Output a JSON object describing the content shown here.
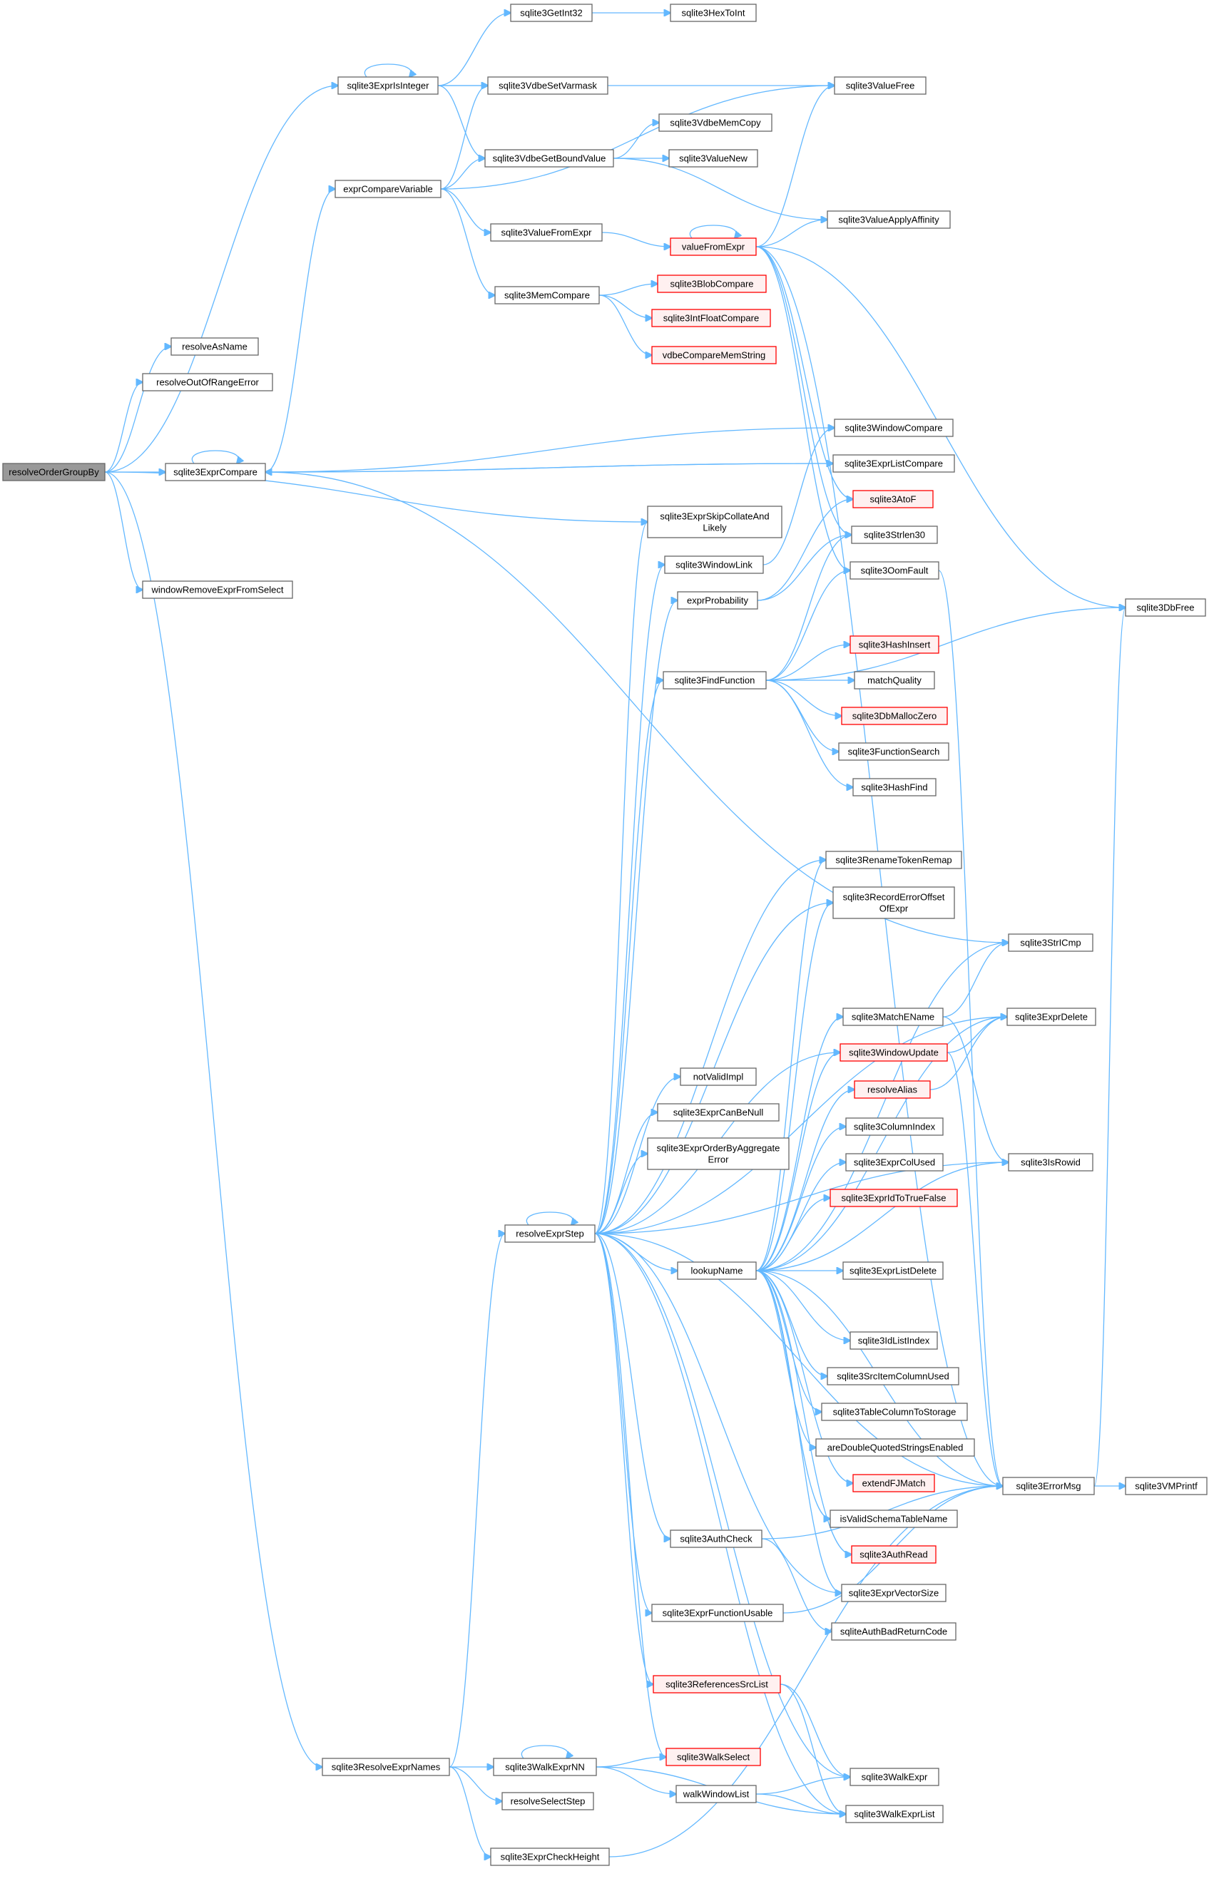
{
  "nodes": [
    {
      "id": "resolveOrderGroupBy",
      "label": [
        "resolveOrderGroupBy"
      ],
      "style": "root"
    },
    {
      "id": "resolveAsName",
      "label": [
        "resolveAsName"
      ]
    },
    {
      "id": "resolveOutOfRangeError",
      "label": [
        "resolveOutOfRangeError"
      ]
    },
    {
      "id": "sqlite3ExprCompare",
      "label": [
        "sqlite3ExprCompare"
      ]
    },
    {
      "id": "windowRemoveExprFromSelect",
      "label": [
        "windowRemoveExprFromSelect"
      ]
    },
    {
      "id": "sqlite3ExprIsInteger",
      "label": [
        "sqlite3ExprIsInteger"
      ]
    },
    {
      "id": "exprCompareVariable",
      "label": [
        "exprCompareVariable"
      ]
    },
    {
      "id": "sqlite3GetInt32",
      "label": [
        "sqlite3GetInt32"
      ]
    },
    {
      "id": "sqlite3HexToInt",
      "label": [
        "sqlite3HexToInt"
      ]
    },
    {
      "id": "sqlite3VdbeSetVarmask",
      "label": [
        "sqlite3VdbeSetVarmask"
      ]
    },
    {
      "id": "sqlite3ValueFree",
      "label": [
        "sqlite3ValueFree"
      ]
    },
    {
      "id": "sqlite3VdbeGetBoundValue",
      "label": [
        "sqlite3VdbeGetBoundValue"
      ]
    },
    {
      "id": "sqlite3VdbeMemCopy",
      "label": [
        "sqlite3VdbeMemCopy"
      ]
    },
    {
      "id": "sqlite3ValueNew",
      "label": [
        "sqlite3ValueNew"
      ]
    },
    {
      "id": "sqlite3ValueApplyAffinity",
      "label": [
        "sqlite3ValueApplyAffinity"
      ]
    },
    {
      "id": "sqlite3ValueFromExpr",
      "label": [
        "sqlite3ValueFromExpr"
      ]
    },
    {
      "id": "valueFromExpr",
      "label": [
        "valueFromExpr"
      ],
      "style": "red"
    },
    {
      "id": "sqlite3MemCompare",
      "label": [
        "sqlite3MemCompare"
      ]
    },
    {
      "id": "sqlite3BlobCompare",
      "label": [
        "sqlite3BlobCompare"
      ],
      "style": "red"
    },
    {
      "id": "sqlite3IntFloatCompare",
      "label": [
        "sqlite3IntFloatCompare"
      ],
      "style": "red"
    },
    {
      "id": "vdbeCompareMemString",
      "label": [
        "vdbeCompareMemString"
      ],
      "style": "red"
    },
    {
      "id": "sqlite3WindowCompare",
      "label": [
        "sqlite3WindowCompare"
      ]
    },
    {
      "id": "sqlite3ExprListCompare",
      "label": [
        "sqlite3ExprListCompare"
      ]
    },
    {
      "id": "sqlite3AtoF",
      "label": [
        "sqlite3AtoF"
      ],
      "style": "red"
    },
    {
      "id": "sqlite3ExprSkipCollateAndLikely",
      "label": [
        "sqlite3ExprSkipCollateAnd",
        "Likely"
      ]
    },
    {
      "id": "sqlite3WindowLink",
      "label": [
        "sqlite3WindowLink"
      ]
    },
    {
      "id": "sqlite3Strlen30",
      "label": [
        "sqlite3Strlen30"
      ]
    },
    {
      "id": "exprProbability",
      "label": [
        "exprProbability"
      ]
    },
    {
      "id": "sqlite3OomFault",
      "label": [
        "sqlite3OomFault"
      ]
    },
    {
      "id": "sqlite3DbFree",
      "label": [
        "sqlite3DbFree"
      ]
    },
    {
      "id": "sqlite3FindFunction",
      "label": [
        "sqlite3FindFunction"
      ]
    },
    {
      "id": "sqlite3HashInsert",
      "label": [
        "sqlite3HashInsert"
      ],
      "style": "red"
    },
    {
      "id": "matchQuality",
      "label": [
        "matchQuality"
      ]
    },
    {
      "id": "sqlite3DbMallocZero",
      "label": [
        "sqlite3DbMallocZero"
      ],
      "style": "red"
    },
    {
      "id": "sqlite3FunctionSearch",
      "label": [
        "sqlite3FunctionSearch"
      ]
    },
    {
      "id": "sqlite3HashFind",
      "label": [
        "sqlite3HashFind"
      ]
    },
    {
      "id": "sqlite3RenameTokenRemap",
      "label": [
        "sqlite3RenameTokenRemap"
      ]
    },
    {
      "id": "sqlite3RecordErrorOffsetOfExpr",
      "label": [
        "sqlite3RecordErrorOffset",
        "OfExpr"
      ]
    },
    {
      "id": "sqlite3StrICmp",
      "label": [
        "sqlite3StrICmp"
      ]
    },
    {
      "id": "sqlite3MatchEName",
      "label": [
        "sqlite3MatchEName"
      ]
    },
    {
      "id": "sqlite3ExprDelete",
      "label": [
        "sqlite3ExprDelete"
      ]
    },
    {
      "id": "sqlite3WindowUpdate",
      "label": [
        "sqlite3WindowUpdate"
      ],
      "style": "red"
    },
    {
      "id": "notValidImpl",
      "label": [
        "notValidImpl"
      ]
    },
    {
      "id": "resolveAlias",
      "label": [
        "resolveAlias"
      ],
      "style": "red"
    },
    {
      "id": "sqlite3ExprCanBeNull",
      "label": [
        "sqlite3ExprCanBeNull"
      ]
    },
    {
      "id": "sqlite3ColumnIndex",
      "label": [
        "sqlite3ColumnIndex"
      ]
    },
    {
      "id": "sqlite3ExprOrderByAggregateError",
      "label": [
        "sqlite3ExprOrderByAggregate",
        "Error"
      ]
    },
    {
      "id": "sqlite3ExprColUsed",
      "label": [
        "sqlite3ExprColUsed"
      ]
    },
    {
      "id": "sqlite3IsRowid",
      "label": [
        "sqlite3IsRowid"
      ]
    },
    {
      "id": "sqlite3ExprIdToTrueFalse",
      "label": [
        "sqlite3ExprIdToTrueFalse"
      ],
      "style": "red"
    },
    {
      "id": "resolveExprStep",
      "label": [
        "resolveExprStep"
      ]
    },
    {
      "id": "lookupName",
      "label": [
        "lookupName"
      ]
    },
    {
      "id": "sqlite3ExprListDelete",
      "label": [
        "sqlite3ExprListDelete"
      ]
    },
    {
      "id": "sqlite3IdListIndex",
      "label": [
        "sqlite3IdListIndex"
      ]
    },
    {
      "id": "sqlite3SrcItemColumnUsed",
      "label": [
        "sqlite3SrcItemColumnUsed"
      ]
    },
    {
      "id": "sqlite3TableColumnToStorage",
      "label": [
        "sqlite3TableColumnToStorage"
      ]
    },
    {
      "id": "areDoubleQuotedStringsEnabled",
      "label": [
        "areDoubleQuotedStringsEnabled"
      ]
    },
    {
      "id": "extendFJMatch",
      "label": [
        "extendFJMatch"
      ],
      "style": "red"
    },
    {
      "id": "sqlite3ErrorMsg",
      "label": [
        "sqlite3ErrorMsg"
      ]
    },
    {
      "id": "sqlite3VMPrintf",
      "label": [
        "sqlite3VMPrintf"
      ]
    },
    {
      "id": "isValidSchemaTableName",
      "label": [
        "isValidSchemaTableName"
      ]
    },
    {
      "id": "sqlite3AuthCheck",
      "label": [
        "sqlite3AuthCheck"
      ]
    },
    {
      "id": "sqlite3AuthRead",
      "label": [
        "sqlite3AuthRead"
      ],
      "style": "red"
    },
    {
      "id": "sqlite3ExprVectorSize",
      "label": [
        "sqlite3ExprVectorSize"
      ]
    },
    {
      "id": "sqlite3ExprFunctionUsable",
      "label": [
        "sqlite3ExprFunctionUsable"
      ]
    },
    {
      "id": "sqliteAuthBadReturnCode",
      "label": [
        "sqliteAuthBadReturnCode"
      ]
    },
    {
      "id": "sqlite3ReferencesSrcList",
      "label": [
        "sqlite3ReferencesSrcList"
      ],
      "style": "red"
    },
    {
      "id": "sqlite3ResolveExprNames",
      "label": [
        "sqlite3ResolveExprNames"
      ]
    },
    {
      "id": "sqlite3WalkExprNN",
      "label": [
        "sqlite3WalkExprNN"
      ]
    },
    {
      "id": "sqlite3WalkSelect",
      "label": [
        "sqlite3WalkSelect"
      ],
      "style": "red"
    },
    {
      "id": "sqlite3WalkExpr",
      "label": [
        "sqlite3WalkExpr"
      ]
    },
    {
      "id": "walkWindowList",
      "label": [
        "walkWindowList"
      ]
    },
    {
      "id": "resolveSelectStep",
      "label": [
        "resolveSelectStep"
      ]
    },
    {
      "id": "sqlite3WalkExprList",
      "label": [
        "sqlite3WalkExprList"
      ]
    },
    {
      "id": "sqlite3ExprCheckHeight",
      "label": [
        "sqlite3ExprCheckHeight"
      ]
    }
  ],
  "edges": [
    [
      "resolveOrderGroupBy",
      "resolveAsName"
    ],
    [
      "resolveOrderGroupBy",
      "resolveOutOfRangeError"
    ],
    [
      "resolveOrderGroupBy",
      "sqlite3ExprCompare"
    ],
    [
      "resolveOrderGroupBy",
      "windowRemoveExprFromSelect"
    ],
    [
      "resolveOrderGroupBy",
      "sqlite3ExprIsInteger"
    ],
    [
      "resolveOrderGroupBy",
      "sqlite3ExprSkipCollateAndLikely"
    ],
    [
      "resolveOrderGroupBy",
      "sqlite3ResolveExprNames"
    ],
    [
      "sqlite3ExprIsInteger",
      "sqlite3ExprIsInteger"
    ],
    [
      "sqlite3ExprIsInteger",
      "sqlite3GetInt32"
    ],
    [
      "sqlite3ExprIsInteger",
      "sqlite3VdbeSetVarmask"
    ],
    [
      "sqlite3ExprIsInteger",
      "sqlite3ValueFree"
    ],
    [
      "sqlite3ExprIsInteger",
      "sqlite3VdbeGetBoundValue"
    ],
    [
      "sqlite3GetInt32",
      "sqlite3HexToInt"
    ],
    [
      "sqlite3ExprCompare",
      "sqlite3ExprCompare"
    ],
    [
      "sqlite3ExprCompare",
      "exprCompareVariable"
    ],
    [
      "sqlite3ExprCompare",
      "sqlite3WindowCompare"
    ],
    [
      "sqlite3ExprCompare",
      "sqlite3ExprListCompare"
    ],
    [
      "sqlite3ExprCompare",
      "sqlite3StrICmp"
    ],
    [
      "exprCompareVariable",
      "sqlite3VdbeSetVarmask"
    ],
    [
      "exprCompareVariable",
      "sqlite3ValueFree"
    ],
    [
      "exprCompareVariable",
      "sqlite3VdbeGetBoundValue"
    ],
    [
      "exprCompareVariable",
      "sqlite3ValueFromExpr"
    ],
    [
      "exprCompareVariable",
      "sqlite3MemCompare"
    ],
    [
      "sqlite3VdbeGetBoundValue",
      "sqlite3VdbeMemCopy"
    ],
    [
      "sqlite3VdbeGetBoundValue",
      "sqlite3ValueNew"
    ],
    [
      "sqlite3VdbeGetBoundValue",
      "sqlite3ValueApplyAffinity"
    ],
    [
      "sqlite3ValueFromExpr",
      "valueFromExpr"
    ],
    [
      "valueFromExpr",
      "valueFromExpr"
    ],
    [
      "valueFromExpr",
      "sqlite3ValueFree"
    ],
    [
      "valueFromExpr",
      "sqlite3ValueApplyAffinity"
    ],
    [
      "valueFromExpr",
      "sqlite3DbFree"
    ],
    [
      "valueFromExpr",
      "sqlite3AtoF"
    ],
    [
      "valueFromExpr",
      "sqlite3Strlen30"
    ],
    [
      "valueFromExpr",
      "sqlite3OomFault"
    ],
    [
      "valueFromExpr",
      "sqlite3ErrorMsg"
    ],
    [
      "sqlite3MemCompare",
      "sqlite3BlobCompare"
    ],
    [
      "sqlite3MemCompare",
      "sqlite3IntFloatCompare"
    ],
    [
      "sqlite3MemCompare",
      "vdbeCompareMemString"
    ],
    [
      "sqlite3ExprListCompare",
      "sqlite3ExprCompare"
    ],
    [
      "sqlite3WindowLink",
      "sqlite3WindowCompare"
    ],
    [
      "exprProbability",
      "sqlite3AtoF"
    ],
    [
      "exprProbability",
      "sqlite3Strlen30"
    ],
    [
      "sqlite3FindFunction",
      "sqlite3Strlen30"
    ],
    [
      "sqlite3FindFunction",
      "sqlite3OomFault"
    ],
    [
      "sqlite3FindFunction",
      "sqlite3DbFree"
    ],
    [
      "sqlite3FindFunction",
      "sqlite3HashInsert"
    ],
    [
      "sqlite3FindFunction",
      "matchQuality"
    ],
    [
      "sqlite3FindFunction",
      "sqlite3DbMallocZero"
    ],
    [
      "sqlite3FindFunction",
      "sqlite3FunctionSearch"
    ],
    [
      "sqlite3FindFunction",
      "sqlite3HashFind"
    ],
    [
      "sqlite3OomFault",
      "sqlite3ErrorMsg"
    ],
    [
      "sqlite3MatchEName",
      "sqlite3StrICmp"
    ],
    [
      "sqlite3MatchEName",
      "sqlite3IsRowid"
    ],
    [
      "sqlite3WindowUpdate",
      "sqlite3ExprDelete"
    ],
    [
      "sqlite3WindowUpdate",
      "sqlite3ErrorMsg"
    ],
    [
      "resolveAlias",
      "sqlite3ExprDelete"
    ],
    [
      "resolveExprStep",
      "resolveExprStep"
    ],
    [
      "resolveExprStep",
      "sqlite3ExprSkipCollateAndLikely"
    ],
    [
      "resolveExprStep",
      "sqlite3WindowLink"
    ],
    [
      "resolveExprStep",
      "exprProbability"
    ],
    [
      "resolveExprStep",
      "sqlite3FindFunction"
    ],
    [
      "resolveExprStep",
      "sqlite3RenameTokenRemap"
    ],
    [
      "resolveExprStep",
      "sqlite3RecordErrorOffsetOfExpr"
    ],
    [
      "resolveExprStep",
      "notValidImpl"
    ],
    [
      "resolveExprStep",
      "sqlite3ExprCanBeNull"
    ],
    [
      "resolveExprStep",
      "sqlite3ExprOrderByAggregateError"
    ],
    [
      "resolveExprStep",
      "sqlite3ExprDelete"
    ],
    [
      "resolveExprStep",
      "sqlite3WindowUpdate"
    ],
    [
      "resolveExprStep",
      "lookupName"
    ],
    [
      "resolveExprStep",
      "sqlite3IsRowid"
    ],
    [
      "resolveExprStep",
      "sqlite3AuthCheck"
    ],
    [
      "resolveExprStep",
      "sqlite3ExprFunctionUsable"
    ],
    [
      "resolveExprStep",
      "sqlite3ReferencesSrcList"
    ],
    [
      "resolveExprStep",
      "sqlite3WalkSelect"
    ],
    [
      "resolveExprStep",
      "sqlite3WalkExpr"
    ],
    [
      "resolveExprStep",
      "sqlite3WalkExprList"
    ],
    [
      "resolveExprStep",
      "sqlite3ExprVectorSize"
    ],
    [
      "resolveExprStep",
      "sqlite3ErrorMsg"
    ],
    [
      "lookupName",
      "sqlite3RenameTokenRemap"
    ],
    [
      "lookupName",
      "sqlite3RecordErrorOffsetOfExpr"
    ],
    [
      "lookupName",
      "sqlite3StrICmp"
    ],
    [
      "lookupName",
      "sqlite3MatchEName"
    ],
    [
      "lookupName",
      "sqlite3ExprDelete"
    ],
    [
      "lookupName",
      "sqlite3WindowUpdate"
    ],
    [
      "lookupName",
      "resolveAlias"
    ],
    [
      "lookupName",
      "sqlite3ColumnIndex"
    ],
    [
      "lookupName",
      "sqlite3ExprColUsed"
    ],
    [
      "lookupName",
      "sqlite3ExprIdToTrueFalse"
    ],
    [
      "lookupName",
      "sqlite3IsRowid"
    ],
    [
      "lookupName",
      "sqlite3ExprListDelete"
    ],
    [
      "lookupName",
      "sqlite3IdListIndex"
    ],
    [
      "lookupName",
      "sqlite3SrcItemColumnUsed"
    ],
    [
      "lookupName",
      "sqlite3TableColumnToStorage"
    ],
    [
      "lookupName",
      "areDoubleQuotedStringsEnabled"
    ],
    [
      "lookupName",
      "extendFJMatch"
    ],
    [
      "lookupName",
      "isValidSchemaTableName"
    ],
    [
      "lookupName",
      "sqlite3AuthRead"
    ],
    [
      "lookupName",
      "sqlite3ExprVectorSize"
    ],
    [
      "lookupName",
      "sqlite3ErrorMsg"
    ],
    [
      "sqlite3ErrorMsg",
      "sqlite3VMPrintf"
    ],
    [
      "sqlite3ErrorMsg",
      "sqlite3DbFree"
    ],
    [
      "sqlite3AuthCheck",
      "sqliteAuthBadReturnCode"
    ],
    [
      "sqlite3AuthCheck",
      "sqlite3ErrorMsg"
    ],
    [
      "sqlite3ExprFunctionUsable",
      "sqlite3ErrorMsg"
    ],
    [
      "sqlite3ReferencesSrcList",
      "sqlite3WalkExpr"
    ],
    [
      "sqlite3ReferencesSrcList",
      "sqlite3WalkExprList"
    ],
    [
      "sqlite3ResolveExprNames",
      "resolveExprStep"
    ],
    [
      "sqlite3ResolveExprNames",
      "sqlite3WalkExprNN"
    ],
    [
      "sqlite3ResolveExprNames",
      "resolveSelectStep"
    ],
    [
      "sqlite3ResolveExprNames",
      "sqlite3ExprCheckHeight"
    ],
    [
      "sqlite3WalkExprNN",
      "sqlite3WalkExprNN"
    ],
    [
      "sqlite3WalkExprNN",
      "sqlite3WalkSelect"
    ],
    [
      "sqlite3WalkExprNN",
      "walkWindowList"
    ],
    [
      "sqlite3WalkExprNN",
      "sqlite3WalkExprList"
    ],
    [
      "walkWindowList",
      "sqlite3WalkExpr"
    ],
    [
      "walkWindowList",
      "sqlite3WalkExprList"
    ],
    [
      "sqlite3ExprCheckHeight",
      "sqlite3ErrorMsg"
    ]
  ]
}
